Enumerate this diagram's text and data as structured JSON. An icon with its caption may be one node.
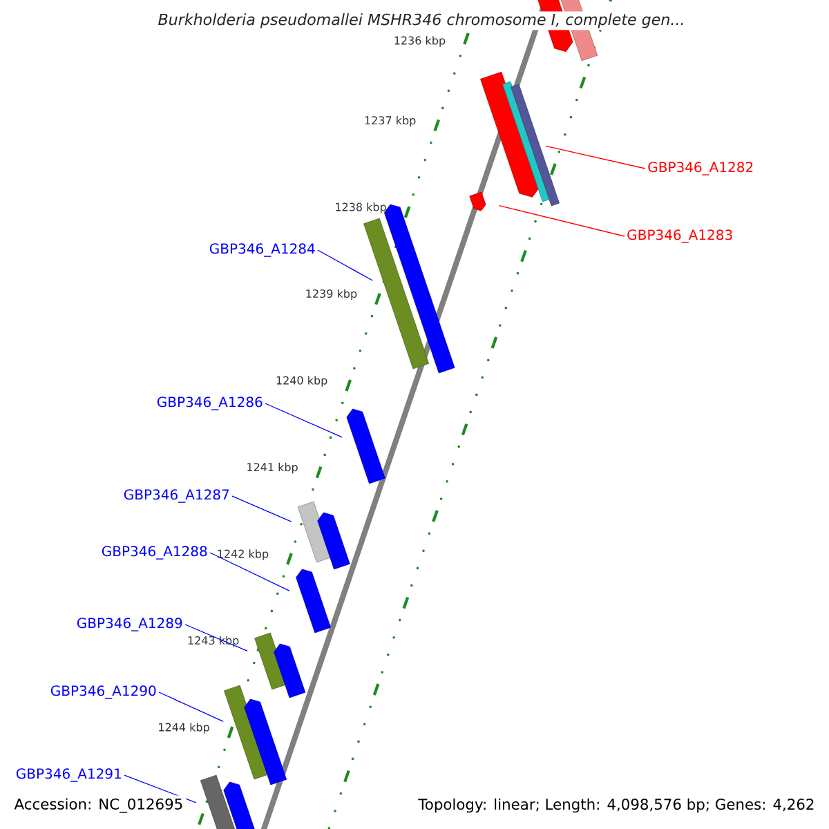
{
  "diagram": {
    "title": "*Burkholderia pseudomallei* MSHR346 chromosome I, complete gen...",
    "nodes": [
      {
        "text": [
          "GBP346_A1282"
        ]
      },
      {
        "text": [
          "GBP346_A1283"
        ]
      },
      {
        "text": [
          "GBP346_A1284"
        ]
      },
      {
        "text": [
          "GBP346_A1286"
        ]
      },
      {
        "text": [
          "GBP346_A1287"
        ]
      },
      {
        "text": [
          "GBP346_A1288"
        ]
      },
      {
        "text": [
          "GBP346_A1289"
        ]
      },
      {
        "text": [
          "GBP346_A1290"
        ]
      },
      {
        "text": [
          "GBP346_A1291"
        ]
      },
      {
        "text": [],
        "shape": "arrow"
      },
      {
        "text": [],
        "shape": "bar"
      },
      {
        "text": [],
        "shape": "arrow"
      },
      {
        "text": [],
        "shape": "bar"
      },
      {
        "text": [],
        "shape": "bar"
      },
      {
        "text": [],
        "shape": "arrow"
      },
      {
        "text": [],
        "shape": "bar"
      },
      {
        "text": [],
        "shape": "arrow"
      },
      {
        "text": [],
        "shape": "arrow"
      },
      {
        "text": [],
        "shape": "bar"
      },
      {
        "text": [],
        "shape": "arrow"
      },
      {
        "text": [],
        "shape": "arrow"
      },
      {
        "text": [],
        "shape": "bar"
      },
      {
        "text": [],
        "shape": "bar"
      },
      {
        "text": [],
        "shape": "arrow"
      },
      {
        "text": [],
        "shape": "arrow"
      },
      {
        "text": [],
        "shape": "bar"
      },
      {
        "text": [],
        "shape": "arrow"
      }
    ],
    "edges": [
      {
        "from": 0,
        "to": 12,
        "arrow": "none",
        "color": "#ff0000"
      },
      {
        "from": 1,
        "to": 14,
        "arrow": "none",
        "color": "#ff0000"
      },
      {
        "from": 2,
        "to": 15,
        "arrow": "none"
      },
      {
        "from": 3,
        "to": 17,
        "arrow": "none"
      },
      {
        "from": 4,
        "to": 18,
        "arrow": "none"
      },
      {
        "from": 5,
        "to": 20,
        "arrow": "none"
      },
      {
        "from": 6,
        "to": 21,
        "arrow": "none"
      },
      {
        "from": 7,
        "to": 22,
        "arrow": "none"
      },
      {
        "from": 8,
        "to": 25,
        "arrow": "none"
      }
    ],
    "labels": [
      "1236 kbp",
      "1237 kbp",
      "1238 kbp",
      "1239 kbp",
      "1240 kbp",
      "1241 kbp",
      "1242 kbp",
      "1243 kbp",
      "1244 kbp",
      "Accession: NC_012695",
      "Topology: linear; Length: 4,098,576 bp; Genes: 4,262"
    ]
  }
}
